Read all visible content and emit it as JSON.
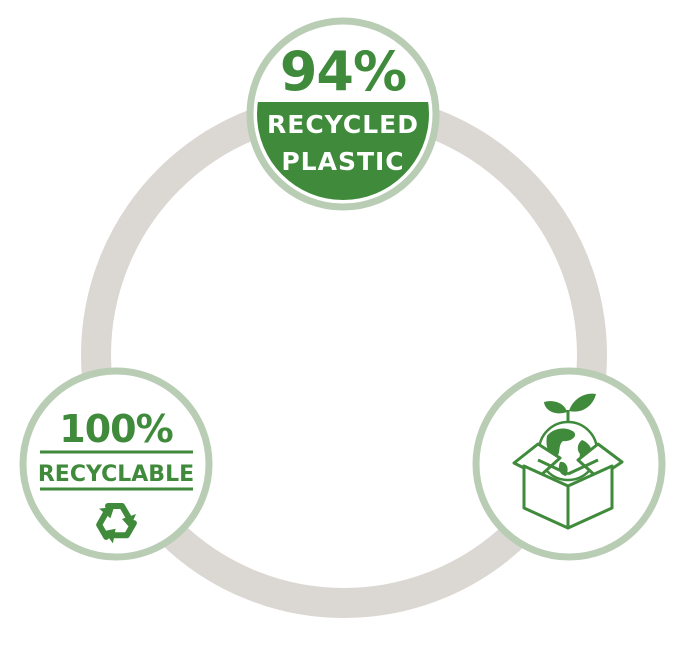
{
  "colors": {
    "ring": "#dbd7d3",
    "badge_border": "#b8cdb4",
    "badge_fill": "#ffffff",
    "green": "#3f8a3b",
    "green_dark": "#2f7a2e",
    "white": "#ffffff"
  },
  "badges": {
    "recycled_plastic": {
      "percent": "94%",
      "line1": "RECYCLED",
      "line2": "PLASTIC"
    },
    "recyclable": {
      "percent": "100%",
      "label": "RECYCLABLE",
      "icon": "recycle-icon"
    },
    "eco_packaging": {
      "icon": "globe-in-box-icon"
    }
  }
}
